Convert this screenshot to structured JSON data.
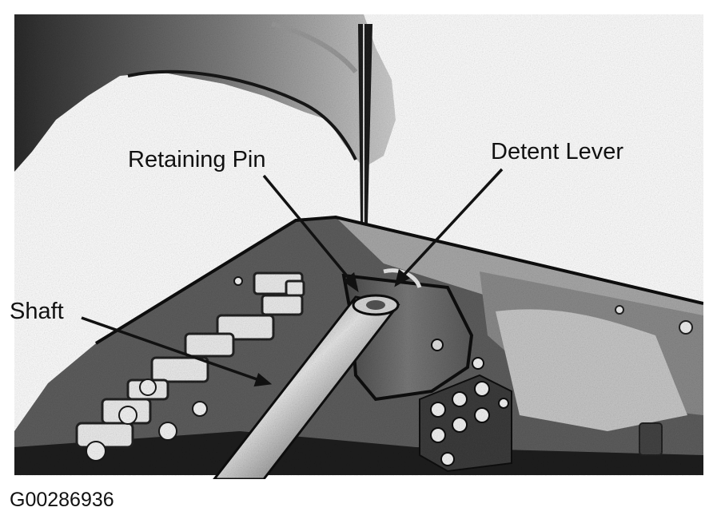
{
  "callouts": {
    "retaining_pin": "Retaining Pin",
    "detent_lever": "Detent Lever",
    "shaft": "Shaft"
  },
  "figure_id": "G00286936",
  "colors": {
    "ink": "#111111",
    "dark": "#2a2a2a",
    "mid": "#6b6b6b",
    "light": "#bdbdbd",
    "paper": "#ffffff"
  }
}
